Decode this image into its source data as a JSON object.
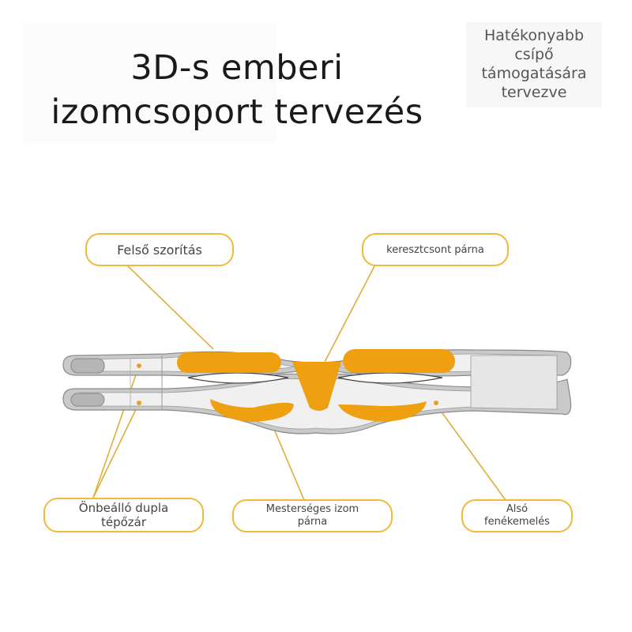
{
  "title": {
    "line1": "3D-s emberi",
    "line2": "izomcsoport tervezés"
  },
  "subtitle": {
    "line1": "Hatékonyabb",
    "line2": "csípő",
    "line3": "támogatására",
    "line4": "tervezve"
  },
  "callouts": {
    "upper_compression": "Felső szorítás",
    "sacrum_pad": "keresztcsont párna",
    "velcro": {
      "line1": "Önbeálló dupla",
      "line2": "tépőzár"
    },
    "artificial_muscle_pad": {
      "line1": "Mesterséges izom",
      "line2": "párna"
    },
    "lower_lift": {
      "line1": "Alsó",
      "line2": "fenékemelés"
    }
  },
  "colors": {
    "accent": "#f0b93a",
    "pad_orange": "#eea010",
    "belt_gray": "#c9c9c9",
    "belt_light": "#efefef"
  }
}
